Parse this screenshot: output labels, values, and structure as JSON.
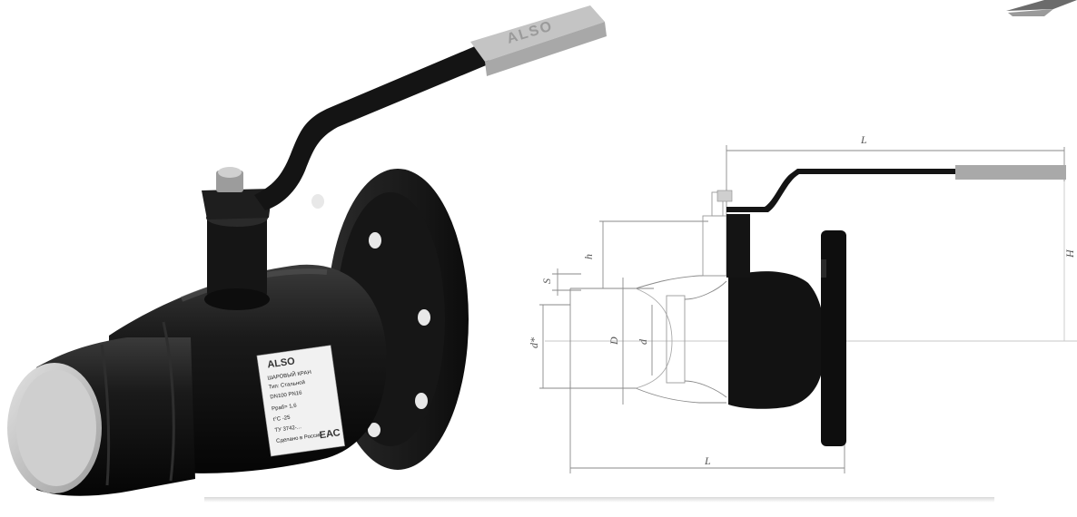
{
  "product_photo": {
    "handle_brand": "ALSO",
    "nameplate": {
      "brand": "ALSO",
      "lines": [
        "ШАРОВЫЙ КРАН",
        "Тип: Стальной",
        "DN100 PN16",
        "Рраб= 1,6",
        "t°C -25",
        "ТУ 3742-...",
        "Сделано в России"
      ],
      "mark": "ЕАС"
    }
  },
  "drawing": {
    "dimension_labels": {
      "length_top": "L",
      "length_bottom": "L",
      "height_h": "h",
      "wall_s": "S",
      "outer_diameter": "d*",
      "body_diameter": "D",
      "bore_diameter": "d",
      "total_height": "H"
    }
  },
  "colors": {
    "body": "#111111",
    "steel_cap": "#b8b8b8",
    "handle_grip": "#c4c4c4",
    "line": "#8a8a8a"
  }
}
